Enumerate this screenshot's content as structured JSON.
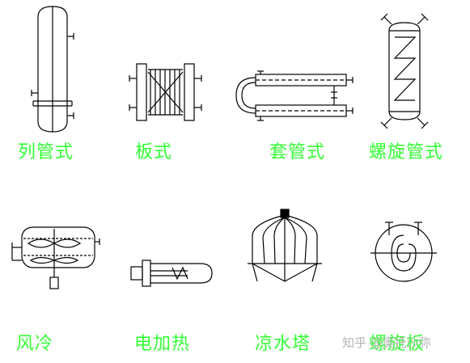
{
  "colors": {
    "line": "#000000",
    "label": "#33ff33",
    "watermark": "#b4b4b4",
    "background": "#ffffff"
  },
  "labels": {
    "shell_tube": "列管式",
    "plate": "板式",
    "double_pipe": "套管式",
    "spiral_tube": "螺旋管式",
    "air_cooled": "风冷",
    "electric_heater": "电加热",
    "cooling_tower": "凉水塔",
    "spiral_plate": "螺旋板"
  },
  "watermark": "知乎 @奥托沙弥"
}
